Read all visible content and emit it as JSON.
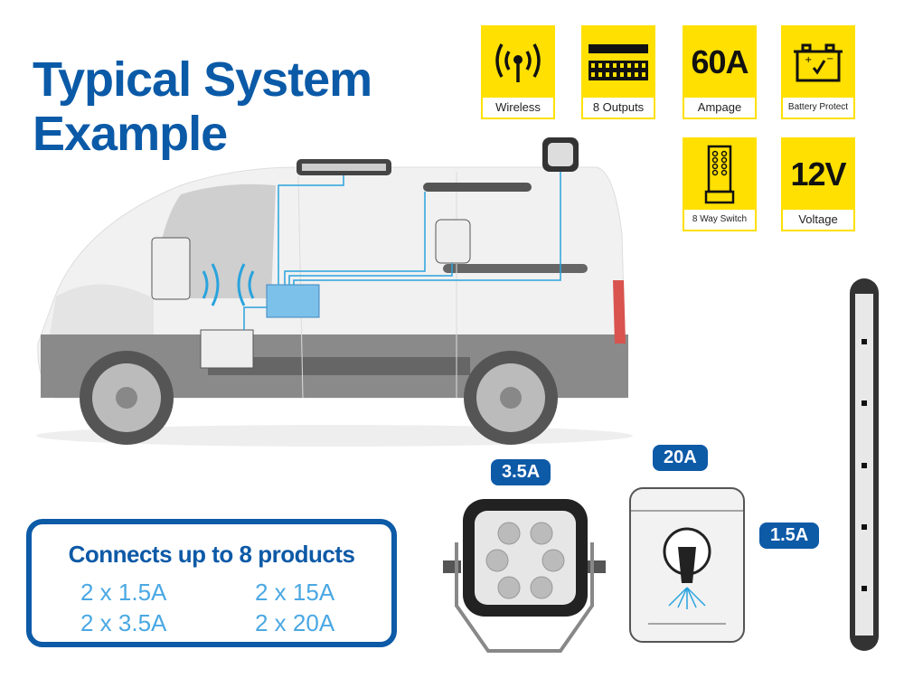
{
  "title": {
    "line1": "Typical System",
    "line2": "Example"
  },
  "features": [
    {
      "label": "Wireless",
      "icon": "wireless-antenna-icon"
    },
    {
      "label": "8 Outputs",
      "icon": "outputs-icon"
    },
    {
      "label": "Ampage",
      "value": "60A"
    },
    {
      "label": "Battery Protect",
      "icon": "battery-icon"
    },
    {
      "label": "8 Way Switch",
      "icon": "switch-panel-icon"
    },
    {
      "label": "Voltage",
      "value": "12V"
    }
  ],
  "products": {
    "worklight": "3.5A",
    "scene_light": "20A",
    "strip_light": "1.5A"
  },
  "connects": {
    "heading": "Connects up to 8 products",
    "items": [
      "2 x 1.5A",
      "2 x 15A",
      "2 x 3.5A",
      "2 x 20A"
    ]
  },
  "colors": {
    "brand_blue": "#0d5aa7",
    "accent_yellow": "#ffe000",
    "light_blue": "#4aa8e3"
  }
}
